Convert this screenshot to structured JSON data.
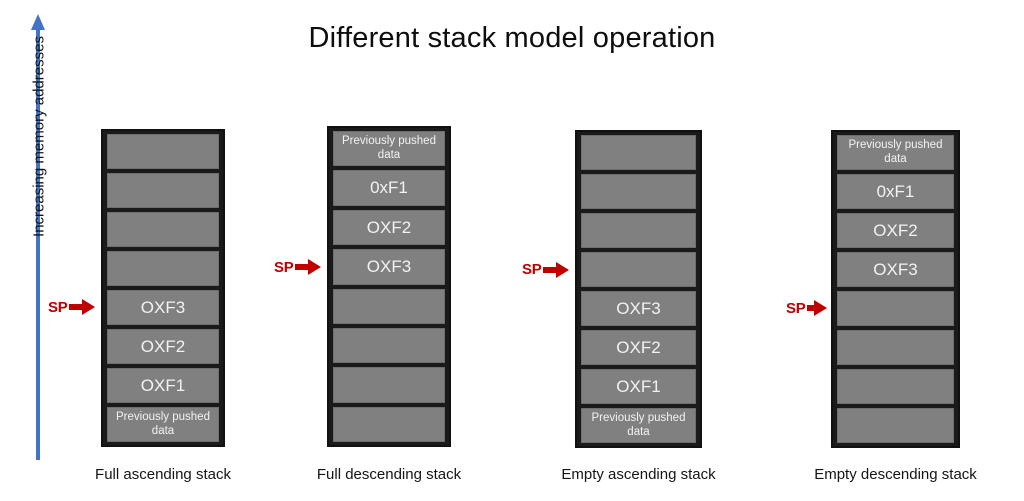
{
  "title": "Different stack model operation",
  "colors": {
    "cell_fill": "#808080",
    "cell_border": "#1a1a1a",
    "sp_red": "#C00000",
    "axis_blue": "#4472C4",
    "background": "#ffffff",
    "text_dark": "#151515",
    "cell_text": "#f2f2f2"
  },
  "axis": {
    "label": "Increasing memory addresses",
    "direction": "up",
    "icon": "up-arrow-icon"
  },
  "pointer": {
    "label": "SP",
    "icon": "right-arrow-icon"
  },
  "stacks": [
    {
      "id": "full-ascending",
      "caption": "Full ascending stack",
      "sp_index": 4,
      "cells": [
        {
          "text": "",
          "empty": true
        },
        {
          "text": "",
          "empty": true
        },
        {
          "text": "",
          "empty": true
        },
        {
          "text": "",
          "empty": true
        },
        {
          "text": "OXF3",
          "empty": false
        },
        {
          "text": "OXF2",
          "empty": false
        },
        {
          "text": "OXF1",
          "empty": false
        },
        {
          "text": "Previously pushed data",
          "empty": false,
          "small": true
        }
      ]
    },
    {
      "id": "full-descending",
      "caption": "Full descending stack",
      "sp_index": 3,
      "cells": [
        {
          "text": "Previously pushed data",
          "empty": false,
          "small": true
        },
        {
          "text": "0xF1",
          "empty": false
        },
        {
          "text": "OXF2",
          "empty": false
        },
        {
          "text": "OXF3",
          "empty": false
        },
        {
          "text": "",
          "empty": true
        },
        {
          "text": "",
          "empty": true
        },
        {
          "text": "",
          "empty": true
        },
        {
          "text": "",
          "empty": true
        }
      ]
    },
    {
      "id": "empty-ascending",
      "caption": "Empty ascending stack",
      "sp_index": 3,
      "cells": [
        {
          "text": "",
          "empty": true
        },
        {
          "text": "",
          "empty": true
        },
        {
          "text": "",
          "empty": true
        },
        {
          "text": "",
          "empty": true
        },
        {
          "text": "OXF3",
          "empty": false
        },
        {
          "text": "OXF2",
          "empty": false
        },
        {
          "text": "OXF1",
          "empty": false
        },
        {
          "text": "Previously pushed data",
          "empty": false,
          "small": true
        }
      ]
    },
    {
      "id": "empty-descending",
      "caption": "Empty descending stack",
      "sp_index": 4,
      "cells": [
        {
          "text": "Previously pushed data",
          "empty": false,
          "small": true
        },
        {
          "text": "0xF1",
          "empty": false
        },
        {
          "text": "OXF2",
          "empty": false
        },
        {
          "text": "OXF3",
          "empty": false
        },
        {
          "text": "",
          "empty": true
        },
        {
          "text": "",
          "empty": true
        },
        {
          "text": "",
          "empty": true
        },
        {
          "text": "",
          "empty": true
        }
      ]
    }
  ]
}
